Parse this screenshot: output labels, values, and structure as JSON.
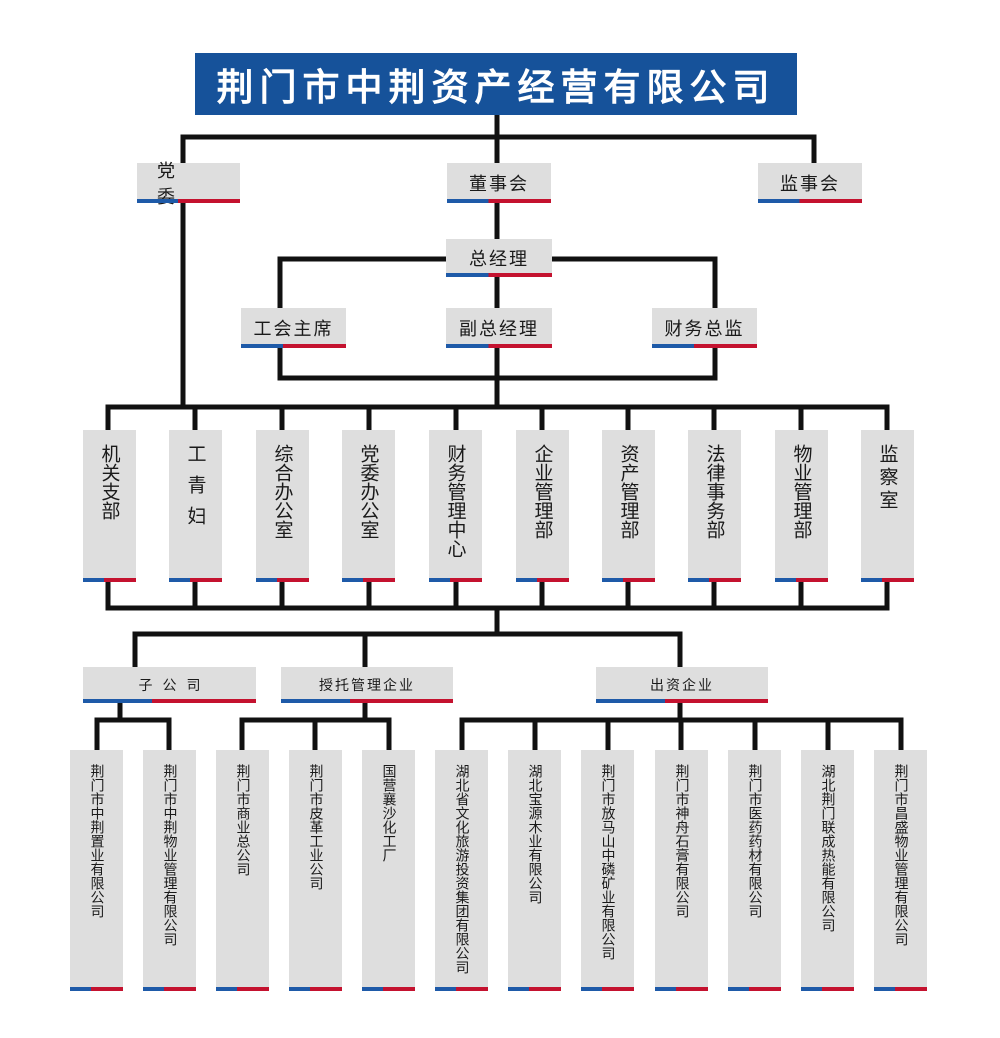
{
  "title": "荆门市中荆资产经营有限公司",
  "tier1": {
    "party_committee": "党 委",
    "board": "董事会",
    "supervisory_board": "监事会"
  },
  "management": {
    "general_manager": "总经理",
    "union_chair": "工会主席",
    "deputy_gm": "副总经理",
    "finance_director": "财务总监"
  },
  "departments": [
    "机关支部",
    "工青妇",
    "综合办公室",
    "党委办公室",
    "财务管理中心",
    "企业管理部",
    "资产管理部",
    "法律事务部",
    "物业管理部",
    "监察室"
  ],
  "groups": {
    "subsidiaries": "子公司",
    "entrusted": "授托管理企业",
    "invested": "出资企业"
  },
  "companies": {
    "subsidiaries": [
      "荆门市中荆置业有限公司",
      "荆门市中荆物业管理有限公司"
    ],
    "entrusted": [
      "荆门市商业总公司",
      "荆门市皮革工业公司",
      "国营襄沙化工厂"
    ],
    "invested": [
      "湖北省文化旅游投资集团有限公司",
      "湖北宝源木业有限公司",
      "荆门市放马山中磷矿业有限公司",
      "荆门市神舟石膏有限公司",
      "荆门市医药药材有限公司",
      "湖北荆门联成热能有限公司",
      "荆门市昌盛物业管理有限公司"
    ]
  },
  "colors": {
    "title_bg": "#16529a",
    "box_bg": "#dedede",
    "connector": "#111111",
    "strip_blue": "#1e5aa8",
    "strip_red": "#c4122f"
  }
}
